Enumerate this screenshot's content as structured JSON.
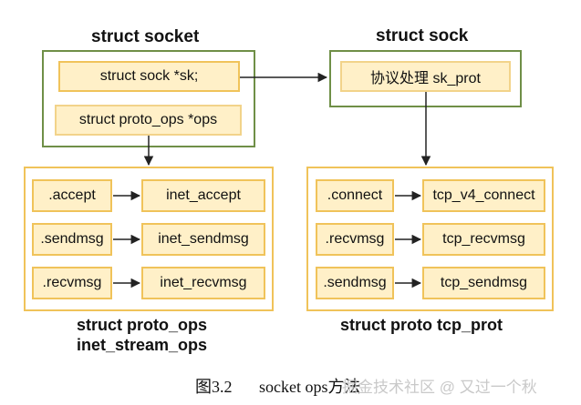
{
  "socket": {
    "title": "struct socket",
    "sk_field": "struct sock *sk;",
    "ops_field": "struct proto_ops *ops"
  },
  "sock": {
    "title": "struct sock",
    "prot_field": "协议处理 sk_prot"
  },
  "proto_ops": {
    "rows": [
      {
        "op": ".accept",
        "impl": "inet_accept"
      },
      {
        "op": ".sendmsg",
        "impl": "inet_sendmsg"
      },
      {
        "op": ".recvmsg",
        "impl": "inet_recvmsg"
      }
    ],
    "title_line1": "struct proto_ops",
    "title_line2": "inet_stream_ops"
  },
  "proto": {
    "rows": [
      {
        "op": ".connect",
        "impl": "tcp_v4_connect"
      },
      {
        "op": ".recvmsg",
        "impl": "tcp_recvmsg"
      },
      {
        "op": ".sendmsg",
        "impl": "tcp_sendmsg"
      }
    ],
    "title": "struct proto tcp_prot"
  },
  "caption": {
    "figure": "图3.2",
    "text": "socket ops方法"
  },
  "watermark": "掘金技术社区 @ 又过一个秋",
  "colors": {
    "green_border": "#6f8f47",
    "yellow_border": "#f0c35a",
    "field_fill": "#fff0c8",
    "arrow": "#222222"
  }
}
